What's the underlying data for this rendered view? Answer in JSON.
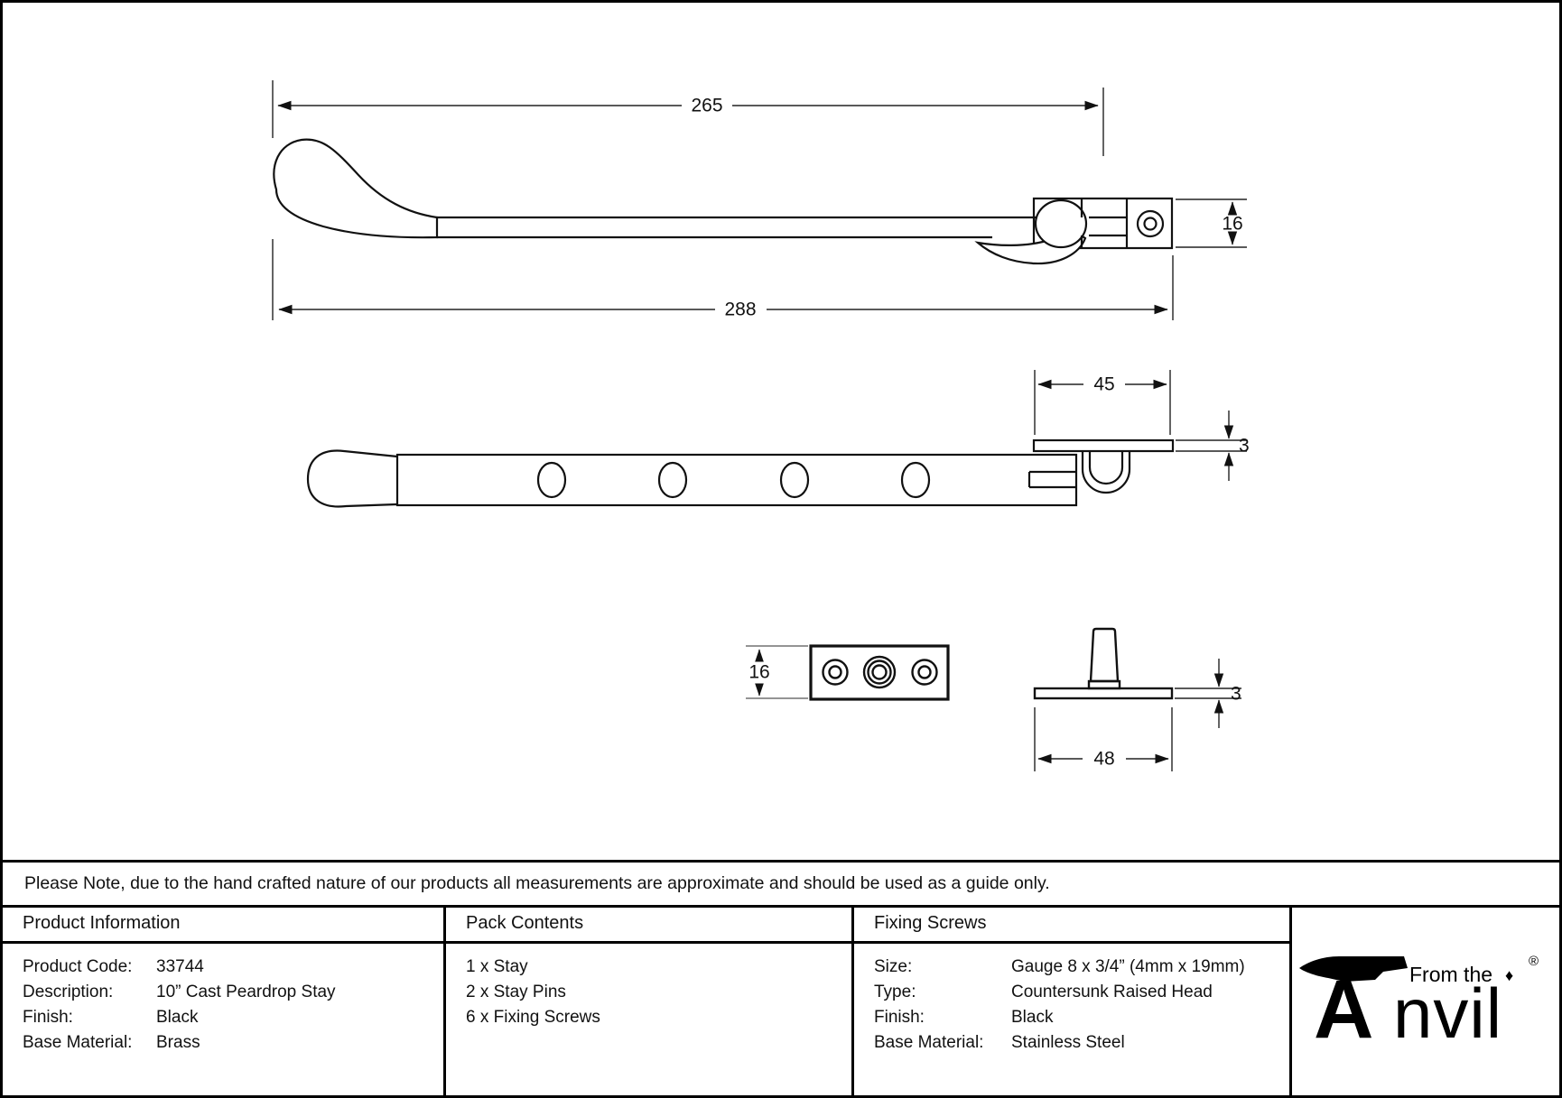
{
  "note": "Please Note, due to the hand crafted nature of our products all measurements are approximate and should be used as a guide only.",
  "drawing": {
    "dims": {
      "handle_length": "265",
      "overall_length": "288",
      "bracket_height": "16",
      "keeper_length": "45",
      "keeper_thickness": "3",
      "pin_plate_width": "16",
      "pin_base_thickness": "3",
      "pin_base_length": "48"
    }
  },
  "table": {
    "product_information": {
      "header": "Product Information",
      "rows": [
        {
          "label": "Product Code:",
          "value": "33744"
        },
        {
          "label": "Description:",
          "value": "10” Cast Peardrop Stay"
        },
        {
          "label": "Finish:",
          "value": "Black"
        },
        {
          "label": "Base Material:",
          "value": "Brass"
        }
      ]
    },
    "pack_contents": {
      "header": "Pack Contents",
      "items": [
        "1 x Stay",
        "2 x Stay Pins",
        "6 x Fixing Screws"
      ]
    },
    "fixing_screws": {
      "header": "Fixing Screws",
      "rows": [
        {
          "label": "Size:",
          "value": "Gauge 8 x 3/4” (4mm x 19mm)"
        },
        {
          "label": "Type:",
          "value": "Countersunk Raised Head"
        },
        {
          "label": "Finish:",
          "value": "Black"
        },
        {
          "label": "Base Material:",
          "value": "Stainless Steel"
        }
      ]
    }
  },
  "logo": {
    "tagline": "From the",
    "initial": "A",
    "name_rest": "nvil",
    "registered": "®"
  },
  "icons": {
    "diamond": "♦"
  },
  "colors": {
    "ink": "#111111",
    "background": "#ffffff"
  }
}
